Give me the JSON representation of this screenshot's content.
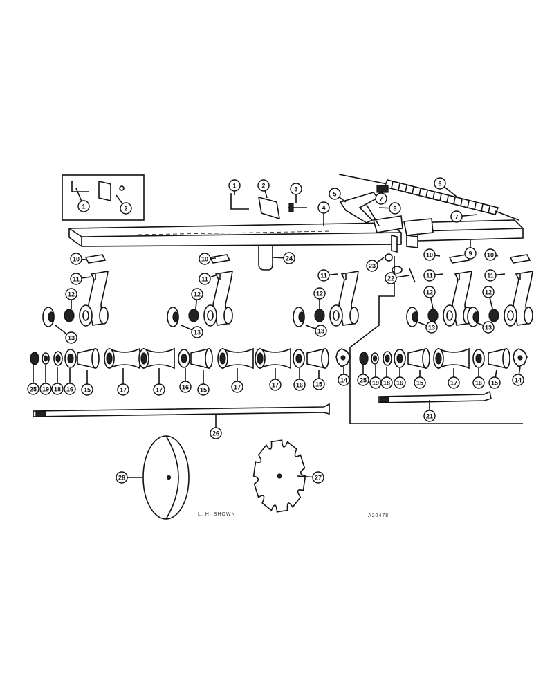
{
  "diagram": {
    "side_note": "L. H. SHOWN",
    "figure_id": "A20478",
    "callouts": [
      {
        "id": "c1a",
        "label": "1"
      },
      {
        "id": "c2a",
        "label": "2"
      },
      {
        "id": "c1b",
        "label": "1"
      },
      {
        "id": "c2b",
        "label": "2"
      },
      {
        "id": "c3",
        "label": "3"
      },
      {
        "id": "c4",
        "label": "4"
      },
      {
        "id": "c5",
        "label": "5"
      },
      {
        "id": "c6",
        "label": "6"
      },
      {
        "id": "c7a",
        "label": "7"
      },
      {
        "id": "c7b",
        "label": "7"
      },
      {
        "id": "c8",
        "label": "8"
      },
      {
        "id": "c9",
        "label": "9"
      },
      {
        "id": "c10a",
        "label": "10"
      },
      {
        "id": "c10b",
        "label": "10"
      },
      {
        "id": "c10c",
        "label": "10"
      },
      {
        "id": "c10d",
        "label": "10"
      },
      {
        "id": "c11a",
        "label": "11"
      },
      {
        "id": "c11b",
        "label": "11"
      },
      {
        "id": "c11c",
        "label": "11"
      },
      {
        "id": "c11d",
        "label": "11"
      },
      {
        "id": "c11e",
        "label": "11"
      },
      {
        "id": "c12a",
        "label": "12"
      },
      {
        "id": "c12b",
        "label": "12"
      },
      {
        "id": "c12c",
        "label": "12"
      },
      {
        "id": "c12d",
        "label": "12"
      },
      {
        "id": "c12e",
        "label": "12"
      },
      {
        "id": "c13a",
        "label": "13"
      },
      {
        "id": "c13b",
        "label": "13"
      },
      {
        "id": "c13c",
        "label": "13"
      },
      {
        "id": "c13d",
        "label": "13"
      },
      {
        "id": "c13e",
        "label": "13"
      },
      {
        "id": "c14a",
        "label": "14"
      },
      {
        "id": "c14b",
        "label": "14"
      },
      {
        "id": "c15a",
        "label": "15"
      },
      {
        "id": "c15b",
        "label": "15"
      },
      {
        "id": "c15c",
        "label": "15"
      },
      {
        "id": "c15d",
        "label": "15"
      },
      {
        "id": "c15e",
        "label": "15"
      },
      {
        "id": "c16a",
        "label": "16"
      },
      {
        "id": "c16b",
        "label": "16"
      },
      {
        "id": "c16c",
        "label": "16"
      },
      {
        "id": "c16d",
        "label": "16"
      },
      {
        "id": "c16e",
        "label": "16"
      },
      {
        "id": "c16f",
        "label": "16"
      },
      {
        "id": "c17a",
        "label": "17"
      },
      {
        "id": "c17b",
        "label": "17"
      },
      {
        "id": "c17c",
        "label": "17"
      },
      {
        "id": "c17d",
        "label": "17"
      },
      {
        "id": "c17e",
        "label": "17"
      },
      {
        "id": "c18a",
        "label": "18"
      },
      {
        "id": "c18b",
        "label": "18"
      },
      {
        "id": "c19a",
        "label": "19"
      },
      {
        "id": "c19b",
        "label": "19"
      },
      {
        "id": "c21",
        "label": "21"
      },
      {
        "id": "c22",
        "label": "22"
      },
      {
        "id": "c23",
        "label": "23"
      },
      {
        "id": "c24",
        "label": "24"
      },
      {
        "id": "c25a",
        "label": "25"
      },
      {
        "id": "c25b",
        "label": "25"
      },
      {
        "id": "c26",
        "label": "26"
      },
      {
        "id": "c27",
        "label": "27"
      },
      {
        "id": "c28",
        "label": "28"
      }
    ]
  }
}
